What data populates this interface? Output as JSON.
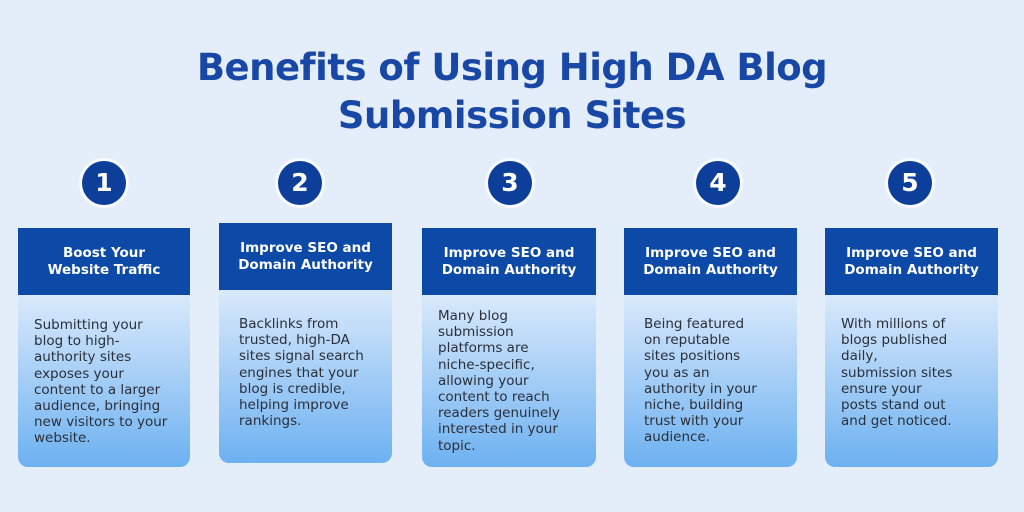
{
  "title": {
    "line1": "Benefits of Using High DA Blog",
    "line2": "Submission Sites"
  },
  "cards": [
    {
      "number": "1",
      "heading": "Boost Your\nWebsite Traffic",
      "text": "Submitting your\nblog to high-\nauthority sites\nexposes your\ncontent to a larger\naudience, bringing\nnew visitors to your\nwebsite."
    },
    {
      "number": "2",
      "heading": "Improve SEO and\nDomain Authority",
      "text": "Backlinks from\ntrusted, high-DA\nsites signal search\nengines that your\nblog is credible,\nhelping improve\nrankings."
    },
    {
      "number": "3",
      "heading": "Improve SEO and\nDomain Authority",
      "text": "Many blog\nsubmission\nplatforms are\nniche-specific,\nallowing your\ncontent to reach\nreaders genuinely\ninterested in your\ntopic."
    },
    {
      "number": "4",
      "heading": "Improve SEO and\nDomain Authority",
      "text": "Being featured\non reputable\nsites positions\nyou as an\nauthority in your\nniche, building\ntrust with your\naudience."
    },
    {
      "number": "5",
      "heading": "Improve SEO and\nDomain Authority",
      "text": "With millions of\nblogs published\ndaily,\nsubmission sites\nensure your\nposts stand out\nand get noticed."
    }
  ]
}
